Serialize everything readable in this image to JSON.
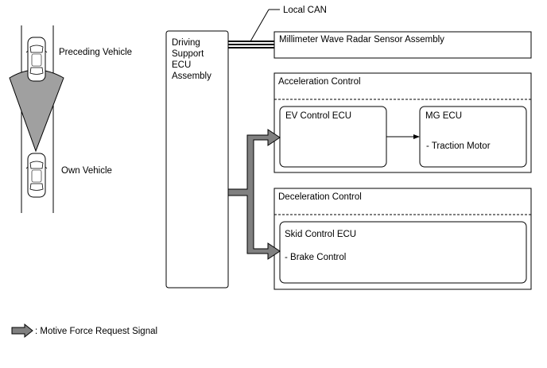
{
  "labels": {
    "preceding_vehicle": "Preceding Vehicle",
    "own_vehicle": "Own Vehicle",
    "local_can": "Local CAN",
    "legend": ": Motive Force Request Signal"
  },
  "ecu": {
    "lines": [
      "Driving",
      "Support",
      "ECU",
      "Assembly"
    ]
  },
  "radar": {
    "label": "Millimeter Wave Radar Sensor Assembly"
  },
  "acceleration": {
    "title": "Acceleration Control",
    "ev_ecu": "EV Control ECU",
    "mg_ecu": "MG ECU",
    "mg_sub": "- Traction Motor"
  },
  "deceleration": {
    "title": "Deceleration Control",
    "skid_ecu": "Skid Control ECU",
    "skid_sub": "- Brake Control"
  },
  "colors": {
    "arrow_fill": "#808080",
    "line": "#000000",
    "radar_beam": "#a0a0a0"
  }
}
